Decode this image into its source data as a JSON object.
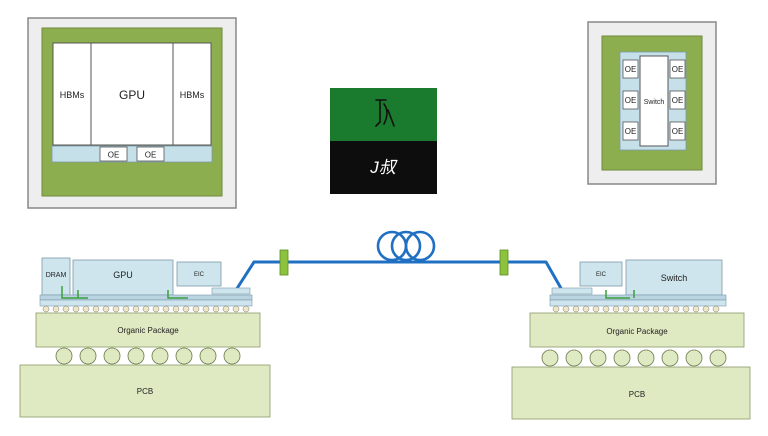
{
  "top_left_module": {
    "left_hbm": "HBMs",
    "center_chip": "GPU",
    "right_hbm": "HBMs",
    "oe_left": "OE",
    "oe_right": "OE"
  },
  "top_right_module": {
    "center_chip": "Switch",
    "oe_label": "OE"
  },
  "logo": {
    "text": "J叔",
    "accent_color": "#1a7a2e",
    "bottom_color": "#0d0d0d"
  },
  "bottom_left_stack": {
    "dram": "DRAM",
    "gpu": "GPU",
    "eic": "EIC",
    "package": "Organic Package",
    "pcb": "PCB"
  },
  "bottom_right_stack": {
    "eic": "EIC",
    "switch": "Switch",
    "package": "Organic Package",
    "pcb": "PCB"
  },
  "colors": {
    "green_frame": "#8dae4f",
    "chip_blue": "#cfe5ee",
    "interposer": "#b9d4e0",
    "fiber": "#1f6fc2",
    "package": "#dfe9c2",
    "connector": "#8cc23c"
  }
}
